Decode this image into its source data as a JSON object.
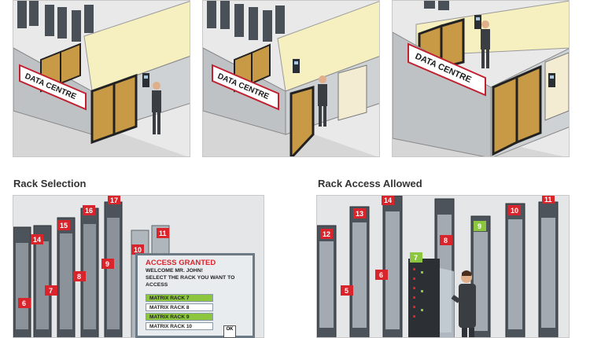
{
  "panels": {
    "top": [
      {
        "sign": "DATA CENTRE"
      },
      {
        "sign": "DATA CENTRE"
      },
      {
        "sign": "DATA CENTRE"
      }
    ]
  },
  "captions": {
    "rack_selection": "Rack Selection",
    "rack_access": "Rack Access Allowed"
  },
  "screen": {
    "title": "ACCESS GRANTED",
    "welcome": "WELCOME MR. JOHN!",
    "instruction": "SELECT THE RACK YOU WANT TO ACCESS",
    "options": [
      {
        "label": "MATRIX RACK 7",
        "highlight": true
      },
      {
        "label": "MATRIX RACK 8",
        "highlight": false
      },
      {
        "label": "MATRIX RACK 9",
        "highlight": true
      },
      {
        "label": "MATRIX RACK 10",
        "highlight": false
      }
    ],
    "ok_label": "OK"
  },
  "rack_labels": {
    "selection": [
      "16",
      "17",
      "15",
      "14",
      "11",
      "10",
      "9",
      "8",
      "7",
      "6"
    ],
    "access": [
      "14",
      "13",
      "12",
      "11",
      "10",
      "9",
      "8",
      "7",
      "6",
      "5"
    ]
  },
  "colors": {
    "wall_yellow": "#f6efbf",
    "rack_dark": "#4a5058",
    "label_red": "#d9242c",
    "label_green": "#8cc63f",
    "door_brown": "#c99a45"
  }
}
